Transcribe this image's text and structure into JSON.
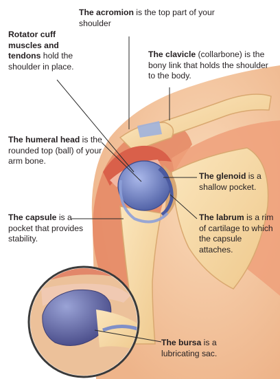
{
  "labels": {
    "acromion": {
      "term": "The acromion",
      "rest": " is the top part of your shoulder"
    },
    "rotator_cuff": {
      "term": "Rotator cuff muscles and tendons",
      "rest": " hold the shoulder in place."
    },
    "clavicle": {
      "term": "The clavicle",
      "rest": " (collarbone) is the bony link that holds the shoulder to the body."
    },
    "humeral_head": {
      "term": "The humeral head",
      "rest": " is the rounded top (ball) of your arm bone."
    },
    "glenoid": {
      "term": "The glenoid",
      "rest": " is a shallow pocket."
    },
    "capsule": {
      "term": "The capsule",
      "rest": " is a pocket that provides stability."
    },
    "labrum": {
      "term": "The labrum",
      "rest": " is a rim of cartilage to which the capsule attaches."
    },
    "bursa": {
      "term": "The bursa",
      "rest": " is a lubricating sac."
    }
  },
  "colors": {
    "skin": "#f4c9a2",
    "muscle": "#e07a5a",
    "bone": "#f7dca8",
    "cartilage_blue": "#6f84c4",
    "text": "#241f21"
  }
}
